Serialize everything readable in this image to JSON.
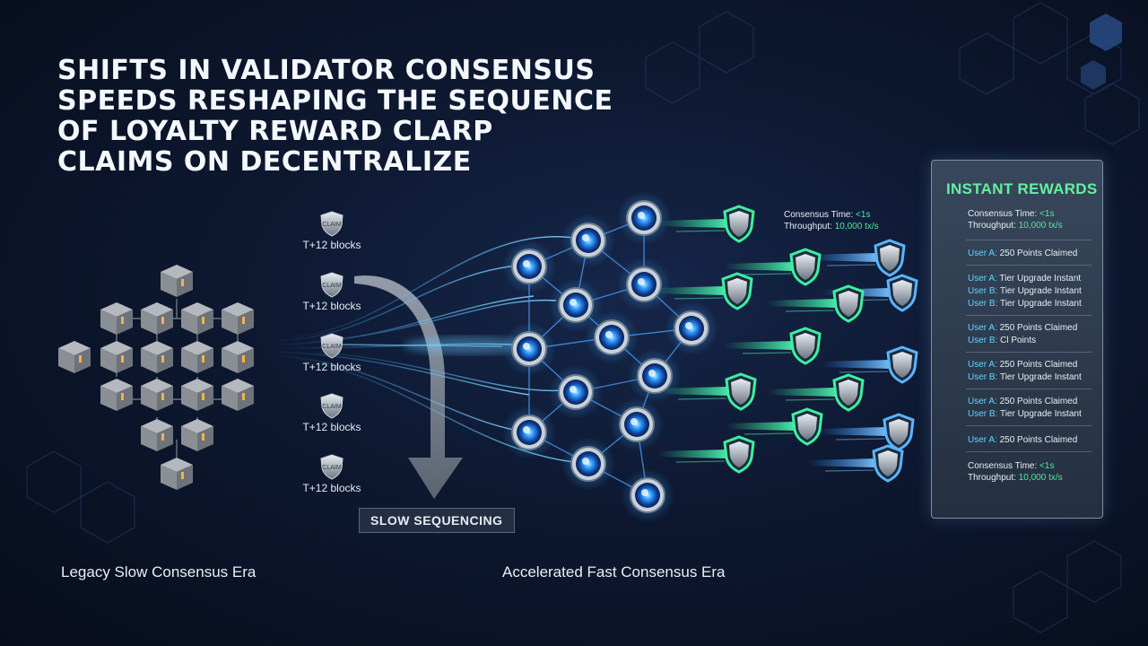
{
  "title_lines": [
    "SHIFTS IN VALIDATOR CONSENSUS",
    "SPEEDS RESHAPING THE SEQUENCE",
    "OF LOYALTY REWARD CLARP",
    "CLAIMS ON DECENTRALIZE"
  ],
  "legacy": {
    "claim_badge_text": "CLAIM",
    "claim_items": [
      {
        "label": "T+12 blocks"
      },
      {
        "label": "T+12 blocks"
      },
      {
        "label": "T+12 blocks"
      },
      {
        "label": "T+12 blocks"
      },
      {
        "label": "T+12 blocks"
      }
    ],
    "sequencing_label": "SLOW SEQUENCING",
    "era_label": "Legacy Slow Consensus Era"
  },
  "fast": {
    "era_label": "Accelerated Fast Consensus Era",
    "stats": {
      "consensus_label": "Consensus Time:",
      "consensus_value": "<1s",
      "throughput_label": "Throughput:",
      "throughput_value": "10,000 tx/s"
    }
  },
  "panel": {
    "title": "INSTANT REWARDS",
    "top_stats": {
      "consensus_label": "Consensus Time:",
      "consensus_value": "<1s",
      "throughput_label": "Throughput:",
      "throughput_value": "10,000 tx/s"
    },
    "rows": [
      {
        "user": "User A:",
        "text": "250 Points Claimed"
      },
      {
        "user": "User A:",
        "text": "Tier Upgrade Instant"
      },
      {
        "user": "User B:",
        "text": "Tier Upgrade Instant"
      },
      {
        "user": "User B:",
        "text": "Tier Upgrade Instant"
      },
      {
        "user": "User A:",
        "text": "250 Points Claimed"
      },
      {
        "user": "User B:",
        "text": "Cl Points"
      },
      {
        "user": "User A:",
        "text": "250 Points Claimed"
      },
      {
        "user": "User B:",
        "text": "Tier Upgrade Instant"
      },
      {
        "user": "User A:",
        "text": "250 Points Claimed"
      },
      {
        "user": "User B:",
        "text": "Tier Upgrade Instant"
      },
      {
        "user": "User A:",
        "text": "250 Points Claimed"
      }
    ],
    "bottom_stats": {
      "consensus_label": "Consensus Time:",
      "consensus_value": "<1s",
      "throughput_label": "Throughput:",
      "throughput_value": "10,000 tx/s"
    }
  },
  "colors": {
    "accent_green": "#52e6a0",
    "accent_blue": "#3aa8ff",
    "block_grey": "#8e9299",
    "background": "#0d1830"
  }
}
